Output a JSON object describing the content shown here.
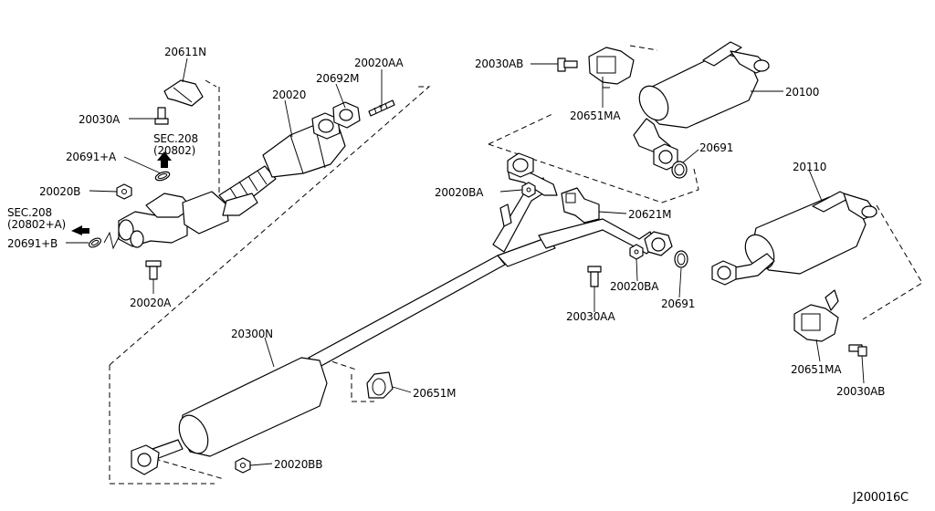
{
  "diagram_id": "J200016C",
  "callouts": {
    "p20611N": "20611N",
    "p20030A": "20030A",
    "sec208a_line1": "SEC.208",
    "sec208a_line2": "(20802)",
    "p20691A": "20691+A",
    "p20020B": "20020B",
    "sec208b_line1": "SEC.208",
    "sec208b_line2": "(20802+A)",
    "p20691B": "20691+B",
    "p20020A": "20020A",
    "p20020": "20020",
    "p20692M": "20692M",
    "p20020AA": "20020AA",
    "p20030AB_top": "20030AB",
    "p20651MA_top": "20651MA",
    "p20100": "20100",
    "p20691_top": "20691",
    "p20020BA_left": "20020BA",
    "p20621M": "20621M",
    "p20110": "20110",
    "p20020BA_mid": "20020BA",
    "p20030AA": "20030AA",
    "p20691_mid": "20691",
    "p20300N": "20300N",
    "p20651M": "20651M",
    "p20020BB": "20020BB",
    "p20651MA_bot": "20651MA",
    "p20030AB_bot": "20030AB"
  }
}
